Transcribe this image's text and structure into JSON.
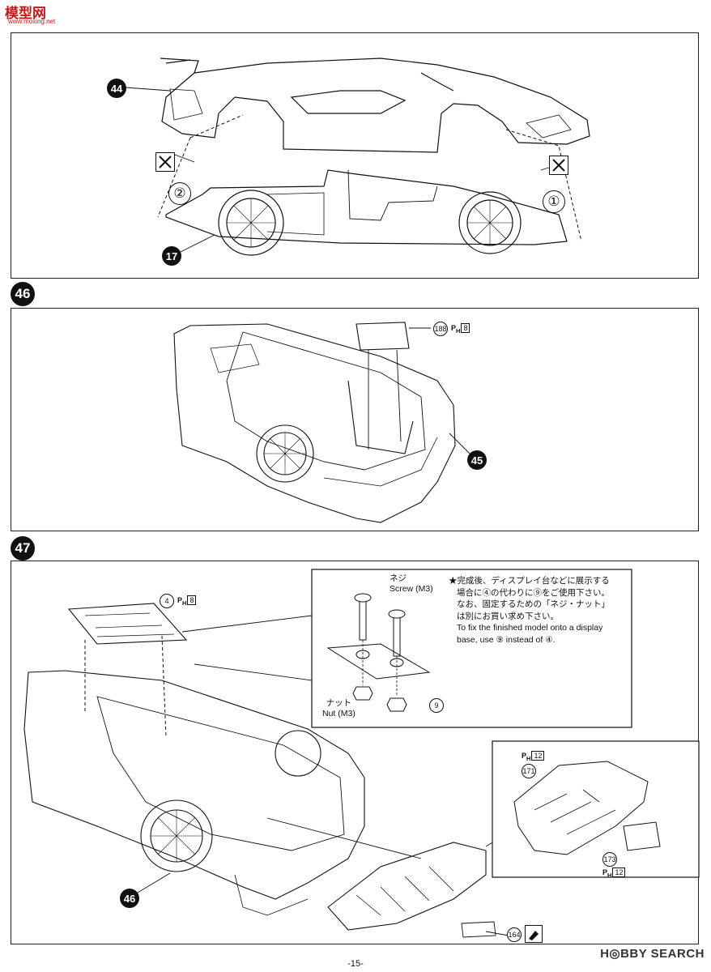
{
  "header": {
    "logo_text": "模型网",
    "logo_sub": "www.moxing.net"
  },
  "steps": {
    "s46": {
      "label": "46"
    },
    "s47": {
      "label": "47"
    }
  },
  "panel_top": {
    "callout_44": "44",
    "callout_17": "17",
    "callout_1": "①",
    "callout_2": "②"
  },
  "panel_46": {
    "part_188": {
      "num": "188",
      "ph": "P",
      "ph_sub": "H",
      "ph_box": "8"
    },
    "callout_45": "45"
  },
  "panel_47": {
    "part_4": {
      "num": "4",
      "ph": "P",
      "ph_sub": "H",
      "ph_box": "8"
    },
    "callout_46": "46",
    "part_164": "164",
    "inset1": {
      "screw_jp": "ネジ",
      "screw_en": "Screw (M3)",
      "nut_jp": "ナット",
      "nut_en": "Nut (M3)",
      "part_9": "9",
      "note_jp": [
        "★完成後、ディスプレイ台などに展示する",
        "場合に④の代わりに⑨をご使用下さい。",
        "なお、固定するための「ネジ・ナット」",
        "は別にお買い求め下さい。"
      ],
      "note_en": [
        "To fix the finished model onto a display",
        "base, use ⑨ instead of ④."
      ]
    },
    "inset2": {
      "part_171": {
        "num": "171",
        "ph": "P",
        "ph_sub": "H",
        "ph_box": "12"
      },
      "part_173": {
        "num": "173",
        "ph": "P",
        "ph_sub": "H",
        "ph_box": "12"
      }
    }
  },
  "footer": {
    "watermark": "H◎BBY SEARCH",
    "page": "-15-"
  }
}
